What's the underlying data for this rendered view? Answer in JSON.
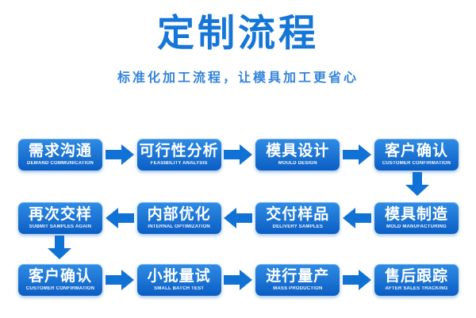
{
  "header": {
    "title": "定制流程",
    "subtitle": "标准化加工流程，让模具加工更省心"
  },
  "colors": {
    "title": "#1576d8",
    "subtitle": "#3384da",
    "box_top": "#2f8ce4",
    "box_bottom": "#0b5ec4",
    "box_text": "#ffffff",
    "arrow": "#1172d6"
  },
  "flow": {
    "rows": [
      {
        "direction": "right",
        "steps": [
          {
            "zh": "需求沟通",
            "en": "DEMAND COMMUNICATION"
          },
          {
            "zh": "可行性分析",
            "en": "FEASIBILITY ANALYSIS"
          },
          {
            "zh": "模具设计",
            "en": "MOULD DESIGN"
          },
          {
            "zh": "客户确认",
            "en": "CUSTOMER CONFIRMATION"
          }
        ]
      },
      {
        "direction": "left",
        "steps": [
          {
            "zh": "再次交样",
            "en": "SUBMIT SAMPLES AGAIN"
          },
          {
            "zh": "内部优化",
            "en": "INTERNAL OPTIMIZATION"
          },
          {
            "zh": "交付样品",
            "en": "DELIVERY SAMPLES"
          },
          {
            "zh": "模具制造",
            "en": "MOLD MANUFACTURING"
          }
        ]
      },
      {
        "direction": "right",
        "steps": [
          {
            "zh": "客户确认",
            "en": "CUSTOMER CONFIRMATION"
          },
          {
            "zh": "小批量试",
            "en": "SMALL BATCH TEST"
          },
          {
            "zh": "进行量产",
            "en": "MASS PRODUCTION"
          },
          {
            "zh": "售后跟踪",
            "en": "AFTER SALES TRACKING"
          }
        ]
      }
    ],
    "connectors": [
      {
        "type": "down",
        "side": "right",
        "from_zh": "客户确认",
        "to_zh": "模具制造"
      },
      {
        "type": "down",
        "side": "left",
        "from_zh": "再次交样",
        "to_zh": "客户确认"
      }
    ]
  }
}
